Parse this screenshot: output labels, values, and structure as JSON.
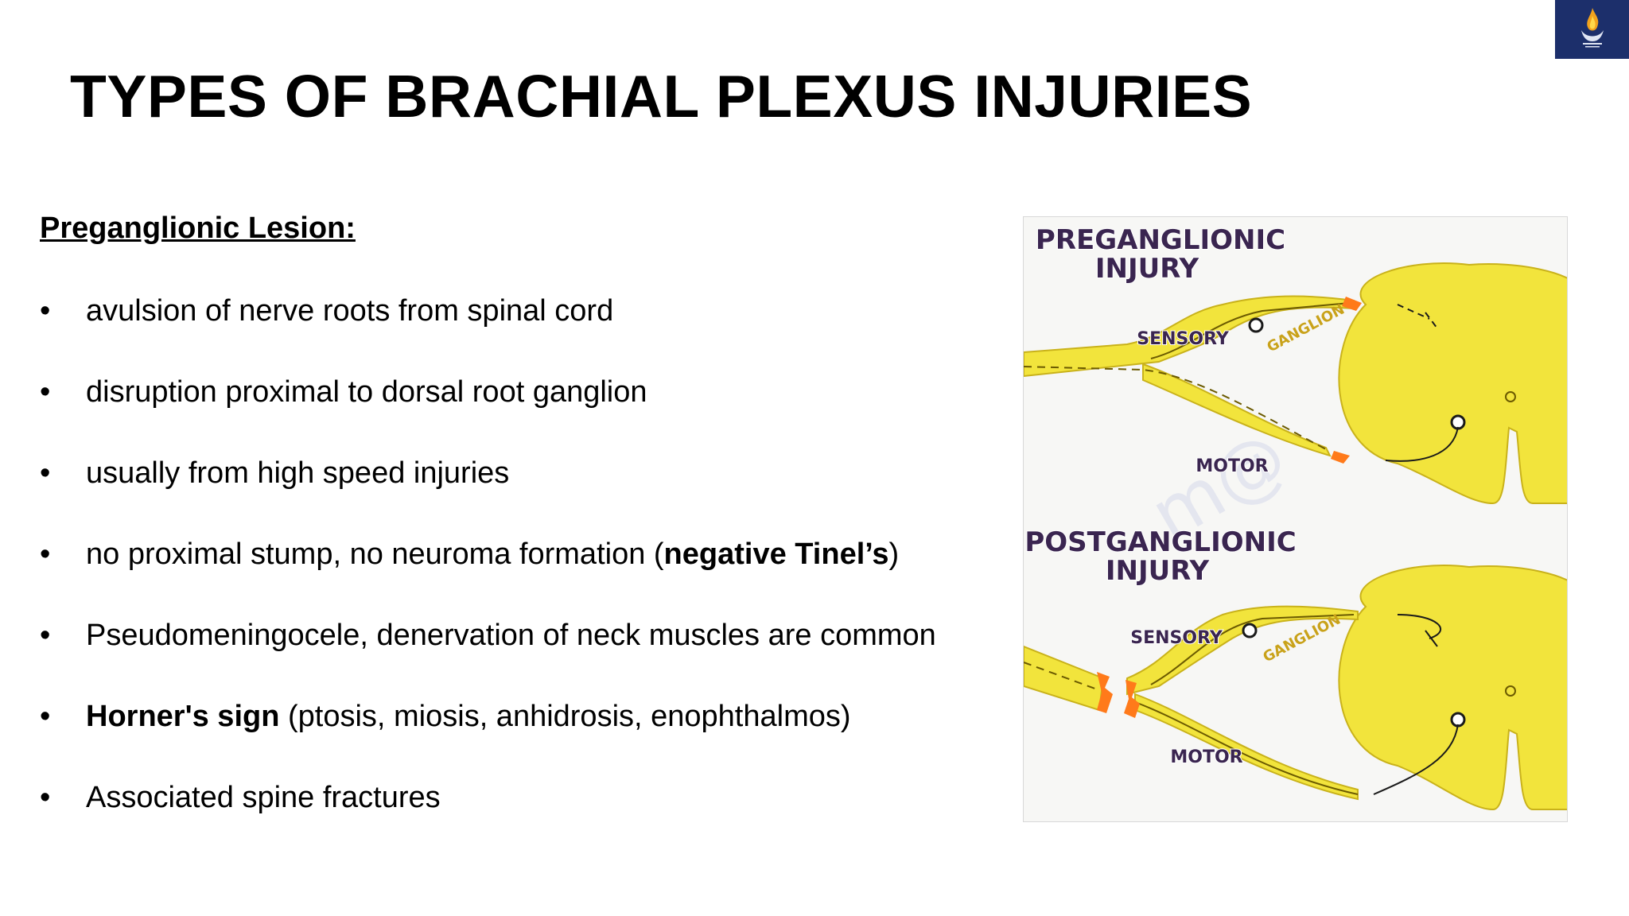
{
  "slide": {
    "title": "TYPES OF BRACHIAL PLEXUS INJURIES",
    "section_heading": "Preganglionic Lesion:",
    "bullets": [
      {
        "parts": [
          {
            "text": "avulsion of nerve roots from spinal cord",
            "bold": false
          }
        ]
      },
      {
        "parts": [
          {
            "text": "disruption proximal to dorsal root ganglion",
            "bold": false
          }
        ]
      },
      {
        "parts": [
          {
            "text": "usually from high speed injuries",
            "bold": false
          }
        ]
      },
      {
        "parts": [
          {
            "text": "no proximal stump, no neuroma formation (",
            "bold": false
          },
          {
            "text": "negative Tinel’s",
            "bold": true
          },
          {
            "text": ")",
            "bold": false
          }
        ]
      },
      {
        "parts": [
          {
            "text": "Pseudomeningocele, denervation of neck muscles are common",
            "bold": false
          }
        ]
      },
      {
        "parts": [
          {
            "text": "Horner's sign",
            "bold": true
          },
          {
            "text": " (ptosis, miosis, anhidrosis, enophthalmos)",
            "bold": false
          }
        ]
      },
      {
        "parts": [
          {
            "text": "Associated spine fractures",
            "bold": false
          }
        ]
      }
    ],
    "bullet_glyph": "•"
  },
  "diagram": {
    "top": {
      "title_line1": "PREGANGLIONIC",
      "title_line2": "INJURY",
      "sensory_label": "SENSORY",
      "ganglion_label": "GANGLION",
      "motor_label": "MOTOR"
    },
    "bottom": {
      "title_line1": "POSTGANGLIONIC",
      "title_line2": "INJURY",
      "sensory_label": "SENSORY",
      "ganglion_label": "GANGLION",
      "motor_label": "MOTOR"
    },
    "colors": {
      "nerve_fill": "#f2e43c",
      "nerve_stroke": "#c9b21a",
      "injury": "#ff7a1a",
      "label_fill": "#3a2550",
      "label_stroke": "#ffffff"
    }
  },
  "logo": {
    "background": "#1c2f6b"
  }
}
